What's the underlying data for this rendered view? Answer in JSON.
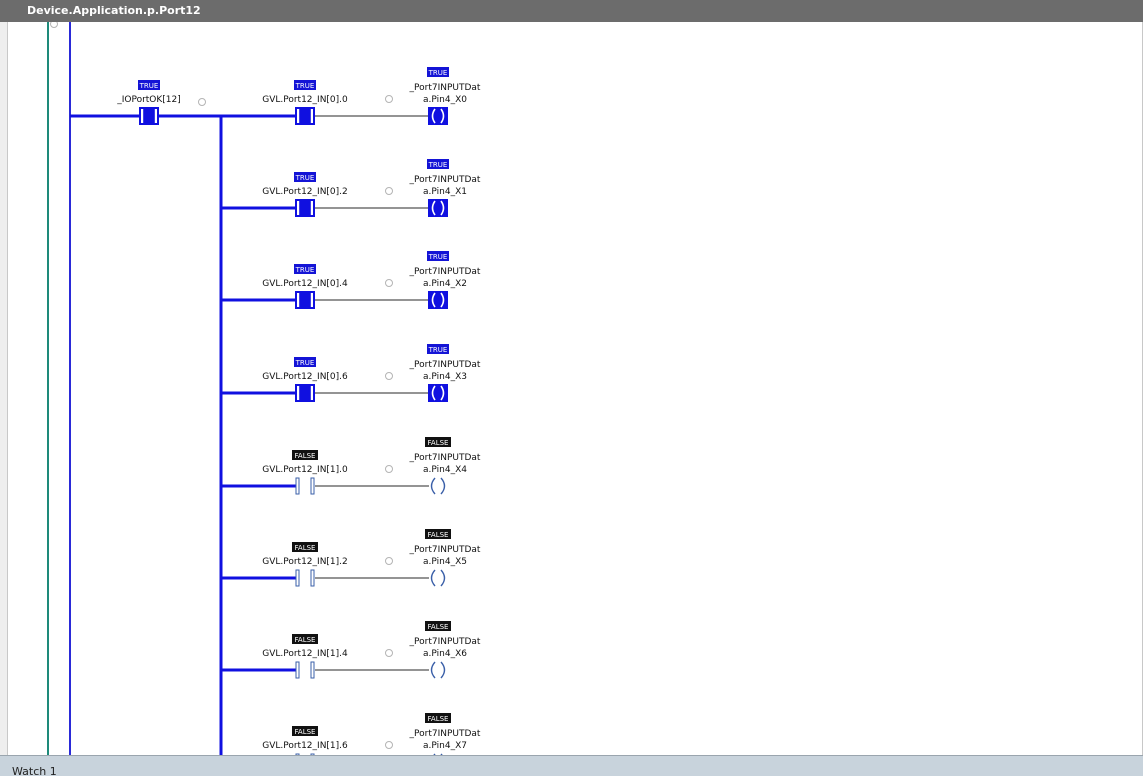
{
  "window": {
    "title": "Device.Application.p.Port12"
  },
  "rung": {
    "first_contact": {
      "variable": "_IOPortOK[12]",
      "state": "TRUE"
    },
    "branches": [
      {
        "contact": "GVL.Port12_IN[0].0",
        "contact_state": "TRUE",
        "coil_line1": "_Port7INPUTDat",
        "coil_line2": "a.Pin4_X0",
        "coil_state": "TRUE",
        "active": true
      },
      {
        "contact": "GVL.Port12_IN[0].2",
        "contact_state": "TRUE",
        "coil_line1": "_Port7INPUTDat",
        "coil_line2": "a.Pin4_X1",
        "coil_state": "TRUE",
        "active": true
      },
      {
        "contact": "GVL.Port12_IN[0].4",
        "contact_state": "TRUE",
        "coil_line1": "_Port7INPUTDat",
        "coil_line2": "a.Pin4_X2",
        "coil_state": "TRUE",
        "active": true
      },
      {
        "contact": "GVL.Port12_IN[0].6",
        "contact_state": "TRUE",
        "coil_line1": "_Port7INPUTDat",
        "coil_line2": "a.Pin4_X3",
        "coil_state": "TRUE",
        "active": true
      },
      {
        "contact": "GVL.Port12_IN[1].0",
        "contact_state": "FALSE",
        "coil_line1": "_Port7INPUTDat",
        "coil_line2": "a.Pin4_X4",
        "coil_state": "FALSE",
        "active": false
      },
      {
        "contact": "GVL.Port12_IN[1].2",
        "contact_state": "FALSE",
        "coil_line1": "_Port7INPUTDat",
        "coil_line2": "a.Pin4_X5",
        "coil_state": "FALSE",
        "active": false
      },
      {
        "contact": "GVL.Port12_IN[1].4",
        "contact_state": "FALSE",
        "coil_line1": "_Port7INPUTDat",
        "coil_line2": "a.Pin4_X6",
        "coil_state": "FALSE",
        "active": false
      },
      {
        "contact": "GVL.Port12_IN[1].6",
        "contact_state": "FALSE",
        "coil_line1": "_Port7INPUTDat",
        "coil_line2": "a.Pin4_X7",
        "coil_state": "FALSE",
        "active": false
      }
    ]
  },
  "status_bar": {
    "watch_tab": "Watch 1"
  },
  "colors": {
    "powered": "#1010e0",
    "unpowered_wire": "#555555",
    "true_badge": "#1414d6",
    "false_badge": "#111111",
    "left_rail_outer": "#1e8a7a",
    "left_rail_inner": "#2a2ad8",
    "open_element_stroke": "#3a5fa8"
  }
}
